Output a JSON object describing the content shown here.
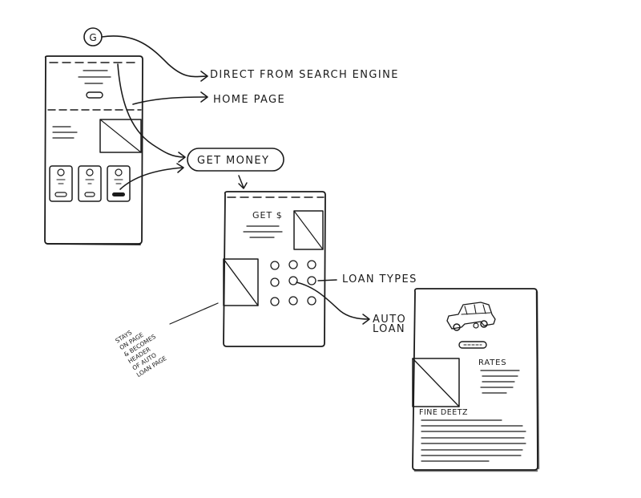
{
  "labels": {
    "google_badge": "G",
    "direct": "DIRECT FROM SEARCH ENGINE",
    "home": "HOME PAGE",
    "get_money": "GET MONEY",
    "get_dollar": "GET $",
    "loan_types": "LOAN TYPES",
    "auto_loan_line1": "AUTO",
    "auto_loan_line2": "LOAN",
    "rates": "RATES",
    "fine_deetz": "FINE DEETZ"
  },
  "note_lines": [
    "STAYS",
    "ON PAGE",
    "& BECOMES",
    "HEADER",
    "OF AUTO",
    "LOAN PAGE"
  ]
}
